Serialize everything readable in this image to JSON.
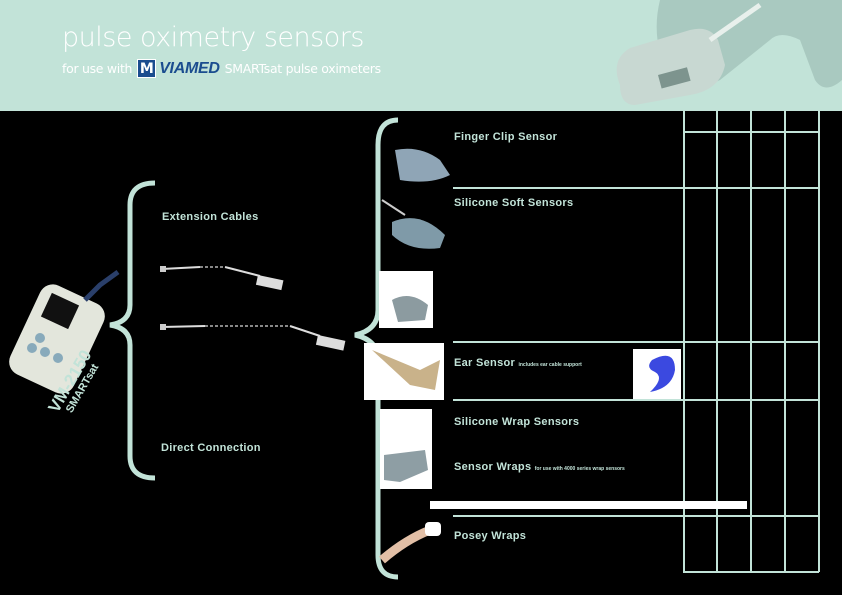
{
  "header": {
    "title": "pulse oximetry sensors",
    "subtitle_prefix": "for use with",
    "brand": "VIAMED",
    "brand_mark": "M",
    "subtitle_suffix": "SMARTsat pulse oximeters"
  },
  "device": {
    "model": "VM-2150",
    "name": "SMARTsat"
  },
  "connections": {
    "extension": "Extension Cables",
    "direct": "Direct Connection"
  },
  "sensors": [
    {
      "name": "Finger Clip Sensor",
      "note": ""
    },
    {
      "name": "Silicone Soft Sensors",
      "note": ""
    },
    {
      "name": "Ear Sensor",
      "note": "includes ear cable support"
    },
    {
      "name": "Silicone Wrap Sensors",
      "note": ""
    },
    {
      "name": "Sensor Wraps",
      "note": "for use with 4000 series wrap sensors"
    },
    {
      "name": "Posey Wraps",
      "note": ""
    }
  ],
  "colors": {
    "accent": "#c2e3d8",
    "background": "#000000",
    "brand": "#1b4d8f"
  }
}
